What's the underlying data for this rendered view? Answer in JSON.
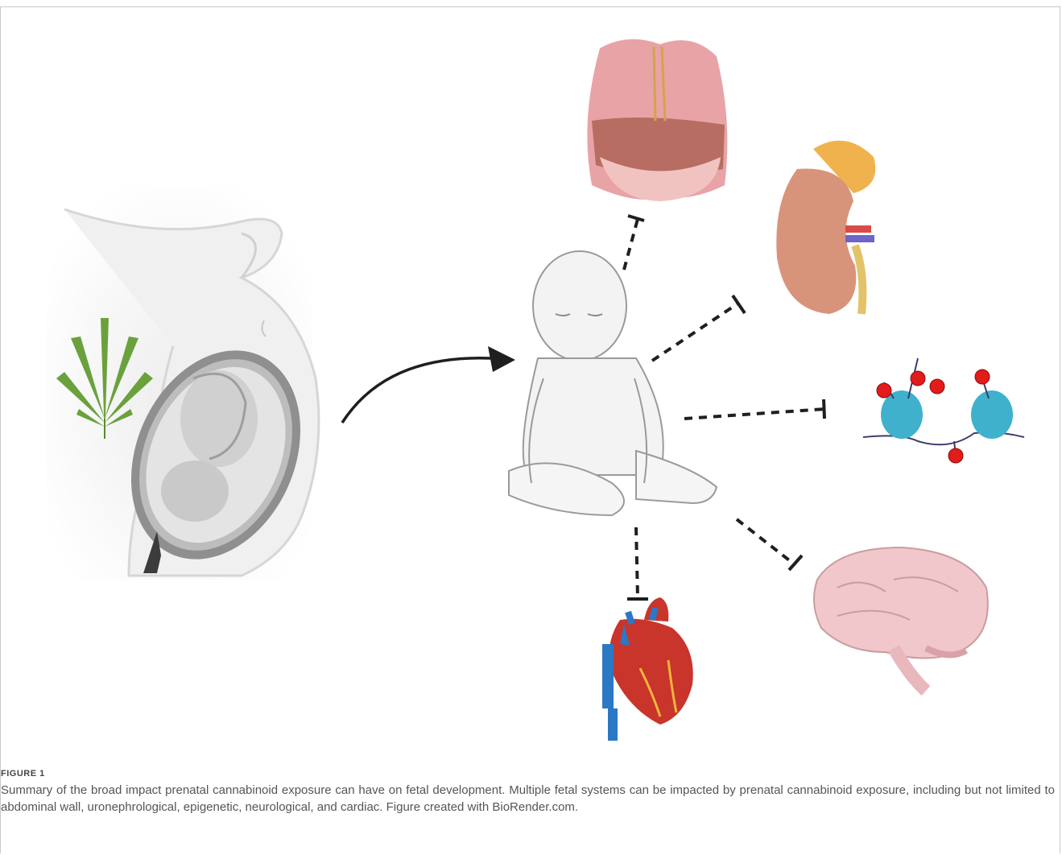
{
  "figure": {
    "label": "FIGURE 1",
    "caption": "Summary of the broad impact prenatal cannabinoid exposure can have on fetal development. Multiple fetal systems can be impacted by prenatal cannabinoid exposure, including but not limited to abdominal wall, uronephrological, epigenetic, neurological, and cardiac. Figure created with BioRender.com."
  },
  "illustration": {
    "panels": [
      "pregnant-abdomen",
      "cannabis-leaf",
      "fetus-in-uterus",
      "arrow",
      "infant",
      "abdominal-organs",
      "kidney",
      "epigenetic-nucleosomes",
      "brain",
      "heart"
    ],
    "colors": {
      "leaf": "#6aa13c",
      "organ_pink": "#e8a3a6",
      "kidney": "#d8947a",
      "nucleosome": "#3fb1cc",
      "methyl_mark": "#e21b1b",
      "heart_red": "#c9342b",
      "heart_blue": "#2b78c4",
      "brain": "#f1c7cb",
      "inhibitor_line": "#1f1f1f"
    }
  }
}
